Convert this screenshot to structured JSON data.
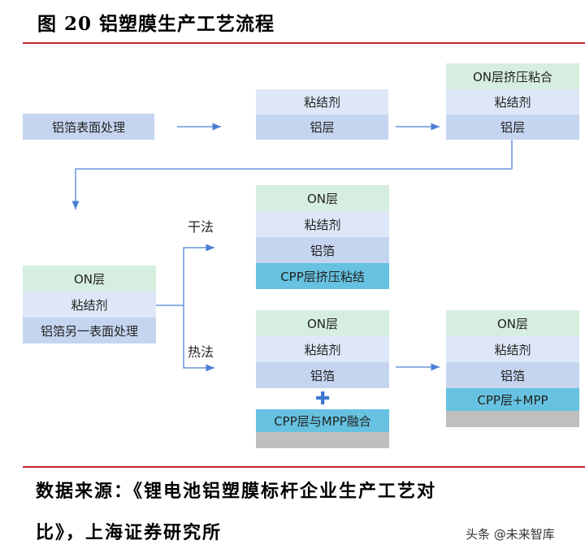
{
  "title": "图 20 铝塑膜生产工艺流程",
  "steps": {
    "step1": "铝箔表面处理",
    "step2": [
      "粘结剂",
      "铝层"
    ],
    "step3": [
      "ON层挤压粘合",
      "粘结剂",
      "铝层"
    ],
    "step4": [
      "ON层",
      "粘结剂",
      "铝箔另一表面处理"
    ],
    "dry": [
      "ON层",
      "粘结剂",
      "铝箔",
      "CPP层挤压粘结"
    ],
    "hot": [
      "ON层",
      "粘结剂",
      "铝箔",
      "CPP层与MPP融合"
    ],
    "final": [
      "ON层",
      "粘结剂",
      "铝箔",
      "CPP层+MPP"
    ]
  },
  "branch_labels": {
    "dry": "干法",
    "hot": "热法"
  },
  "plus_symbol": "✚",
  "source": {
    "line1": "数据来源：《锂电池铝塑膜标杆企业生产工艺对",
    "line2": "比》，上海证券研究所"
  },
  "watermark": "头条 @未来智库",
  "colors": {
    "rule": "#c0272d",
    "arrow": "#4a7fd4",
    "blue": "#c5d5f0",
    "green": "#d6eedf",
    "cyan": "#67c2e1"
  }
}
